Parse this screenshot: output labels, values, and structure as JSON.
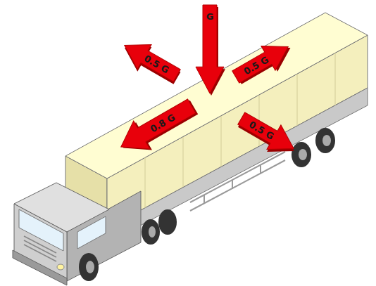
{
  "diagram": {
    "nodes": [
      {
        "text": [
          "G"
        ]
      },
      {
        "text": [
          "0.5 G"
        ]
      },
      {
        "text": [
          "0.5 G"
        ]
      },
      {
        "text": [
          "0.8 G"
        ]
      },
      {
        "text": [
          "0.5 G"
        ]
      }
    ]
  }
}
